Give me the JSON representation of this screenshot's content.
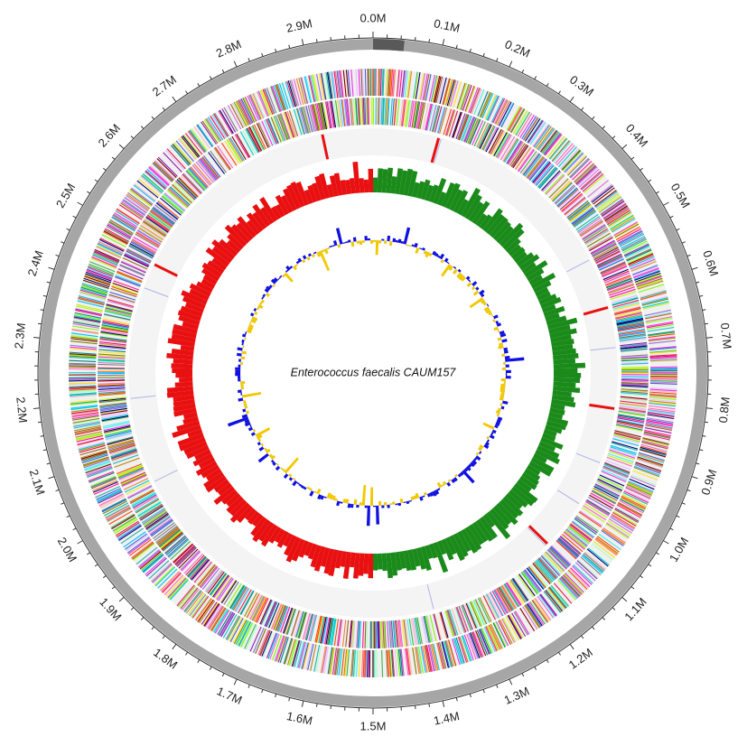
{
  "title": "Enterococcus faecalis CAUM157",
  "chart_data": {
    "type": "circular-genome-map",
    "genome_size_mb": 3.0,
    "tick_labels": [
      "0.0M",
      "0.1M",
      "0.2M",
      "0.3M",
      "0.4M",
      "0.5M",
      "0.6M",
      "0.7M",
      "0.8M",
      "0.9M",
      "1.0M",
      "1.1M",
      "1.2M",
      "1.3M",
      "1.4M",
      "1.5M",
      "1.6M",
      "1.7M",
      "1.8M",
      "1.9M",
      "2.0M",
      "2.1M",
      "2.2M",
      "2.3M",
      "2.4M",
      "2.5M",
      "2.6M",
      "2.7M",
      "2.8M",
      "2.9M"
    ],
    "tick_positions_mb": [
      0.0,
      0.1,
      0.2,
      0.3,
      0.4,
      0.5,
      0.6,
      0.7,
      0.8,
      0.9,
      1.0,
      1.1,
      1.2,
      1.3,
      1.4,
      1.5,
      1.6,
      1.7,
      1.8,
      1.9,
      2.0,
      2.1,
      2.2,
      2.3,
      2.4,
      2.5,
      2.6,
      2.7,
      2.8,
      2.9
    ],
    "gc_skew_colors": {
      "positive": "#1a8a1a",
      "negative": "#e81010"
    },
    "gc_content_colors": {
      "above": "#1010e0",
      "below": "#f2c800"
    },
    "backbone_colors": {
      "dark": "#595959",
      "light": "#a6a6a6"
    },
    "rrna_color": "#e81010",
    "trna_color": "#2b3bd0",
    "cog_palette": [
      "#e6194b",
      "#3cb44b",
      "#ffe119",
      "#4363d8",
      "#f58231",
      "#911eb4",
      "#46f0f0",
      "#f032e6",
      "#bcf60c",
      "#fabebe",
      "#008080",
      "#e6beff",
      "#9a6324",
      "#800000",
      "#aaffc3",
      "#808000",
      "#000075",
      "#808080",
      "#ff69b4",
      "#00bfff",
      "#7cfc00",
      "#ff4500",
      "#da70d6",
      "#20b2aa",
      "#b8860b",
      "#9370db",
      "#ff1493",
      "#00ced1"
    ]
  }
}
